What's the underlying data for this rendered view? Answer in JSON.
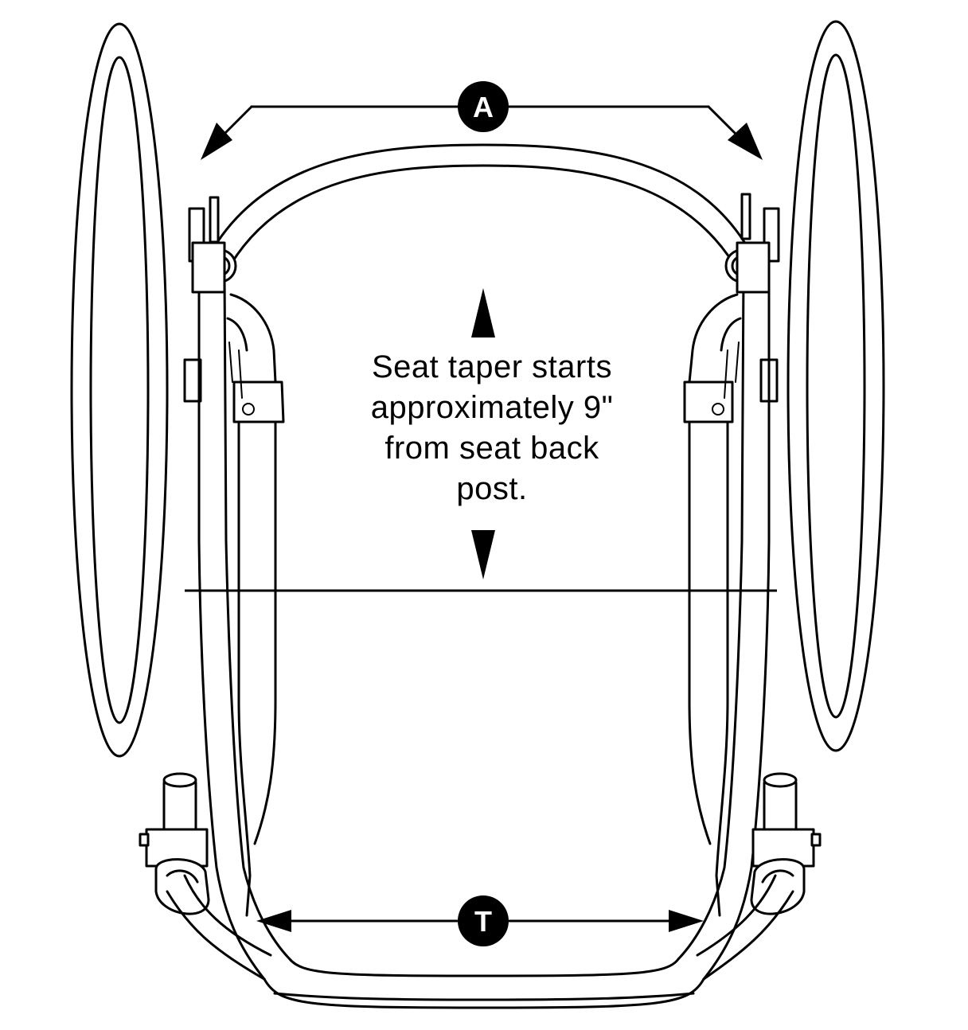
{
  "labels": {
    "badge_a": "A",
    "badge_t": "T"
  },
  "note_lines": [
    "Seat taper starts",
    "approximately 9\"",
    "from seat back",
    "post."
  ],
  "colors": {
    "line": "#000000",
    "background": "#ffffff"
  }
}
